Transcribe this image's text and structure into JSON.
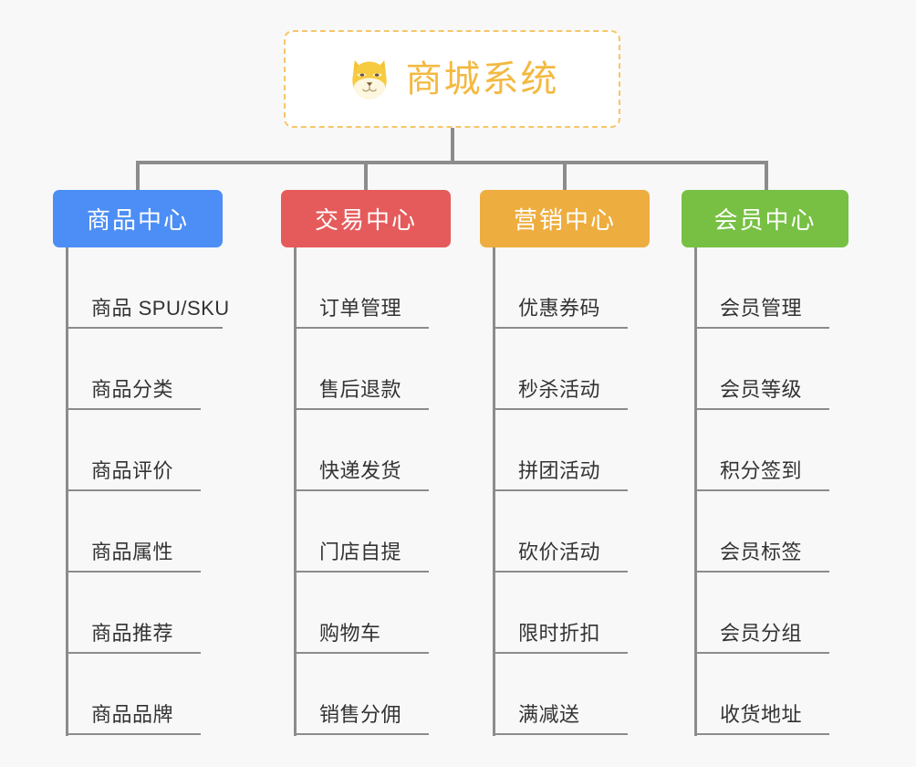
{
  "page": {
    "background_color": "#f8f8f8",
    "diagram_type": "organization-tree"
  },
  "root": {
    "title": "商城系统",
    "icon": "shiba-dog-face-icon",
    "border_color": "#f6c66a",
    "text_color": "#f3b941",
    "fill_color": "#ffffff"
  },
  "connector": {
    "color": "#8c8c8c"
  },
  "columns": [
    {
      "title": "商品中心",
      "color": "#4c8ef5",
      "items": [
        "商品 SPU/SKU",
        "商品分类",
        "商品评价",
        "商品属性",
        "商品推荐",
        "商品品牌"
      ]
    },
    {
      "title": "交易中心",
      "color": "#e55b5b",
      "items": [
        "订单管理",
        "售后退款",
        "快递发货",
        "门店自提",
        "购物车",
        "销售分佣"
      ]
    },
    {
      "title": "营销中心",
      "color": "#eead3f",
      "items": [
        "优惠券码",
        "秒杀活动",
        "拼团活动",
        "砍价活动",
        "限时折扣",
        "满减送"
      ]
    },
    {
      "title": "会员中心",
      "color": "#77c043",
      "items": [
        "会员管理",
        "会员等级",
        "积分签到",
        "会员标签",
        "会员分组",
        "收货地址"
      ]
    }
  ]
}
